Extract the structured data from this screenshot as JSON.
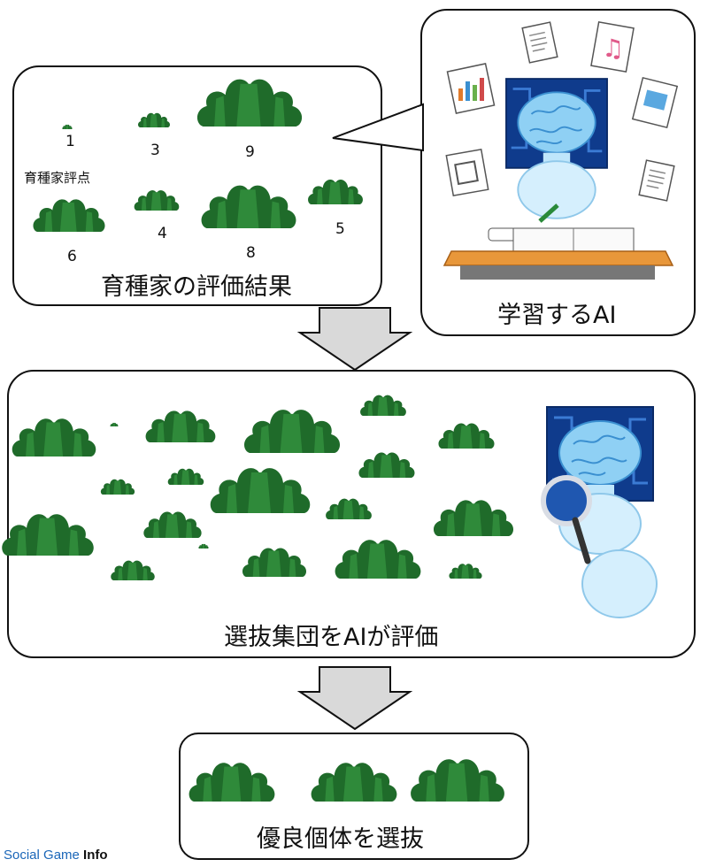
{
  "breeder_panel": {
    "title": "育種家の評価結果",
    "score_label": "育種家評点",
    "scores": [
      "1",
      "3",
      "9",
      "4",
      "8",
      "5",
      "6"
    ]
  },
  "ai_panel": {
    "title": "学習するAI"
  },
  "population_panel": {
    "title": "選抜集団をAIが評価"
  },
  "result_panel": {
    "title": "優良個体を選抜"
  },
  "watermark": {
    "brand": "Social Game",
    "suffix": "Info"
  },
  "colors": {
    "plant_dark": "#1f6b2a",
    "plant_light": "#2f8a3a",
    "ai_blue": "#9fd4f5",
    "arrow_fill": "#d9d9d9"
  }
}
